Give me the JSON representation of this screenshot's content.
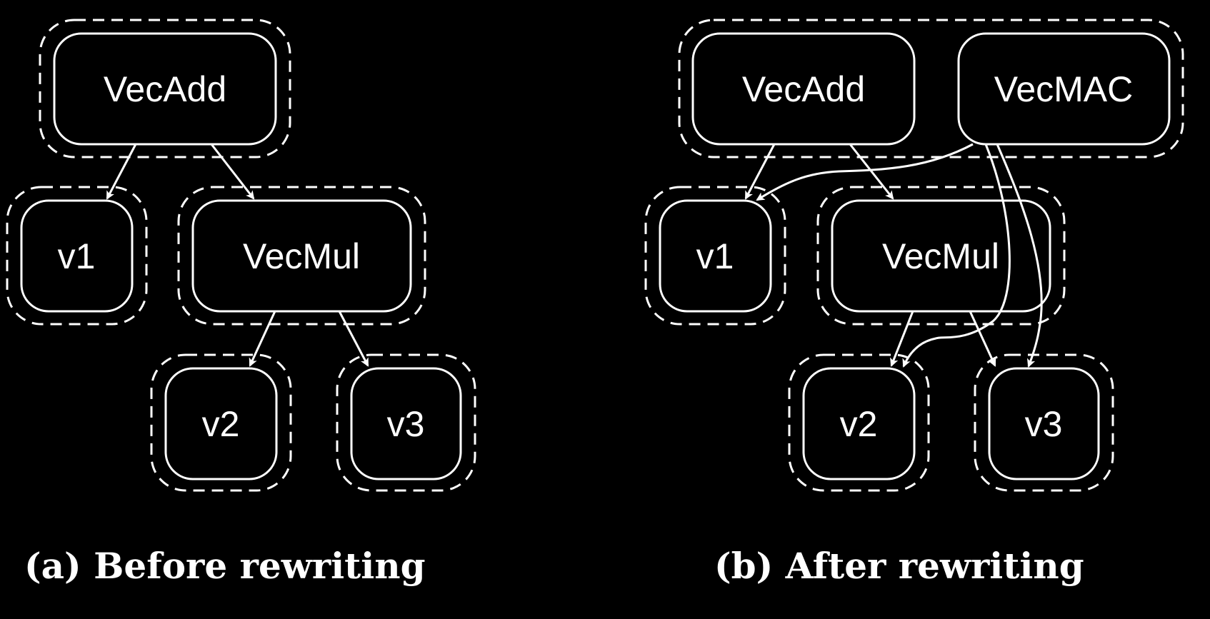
{
  "panels": [
    {
      "caption": "(a) Before rewriting",
      "nodes": [
        {
          "id": "a_vecadd",
          "label": "VecAdd"
        },
        {
          "id": "a_v1",
          "label": "v1"
        },
        {
          "id": "a_vecmul",
          "label": "VecMul"
        },
        {
          "id": "a_v2",
          "label": "v2"
        },
        {
          "id": "a_v3",
          "label": "v3"
        }
      ],
      "edges": [
        {
          "from": "VecAdd",
          "to": "v1"
        },
        {
          "from": "VecAdd",
          "to": "VecMul"
        },
        {
          "from": "VecMul",
          "to": "v2"
        },
        {
          "from": "VecMul",
          "to": "v3"
        }
      ]
    },
    {
      "caption": "(b) After rewriting",
      "nodes": [
        {
          "id": "b_vecadd",
          "label": "VecAdd"
        },
        {
          "id": "b_vecmac",
          "label": "VecMAC"
        },
        {
          "id": "b_v1",
          "label": "v1"
        },
        {
          "id": "b_vecmul",
          "label": "VecMul"
        },
        {
          "id": "b_v2",
          "label": "v2"
        },
        {
          "id": "b_v3",
          "label": "v3"
        }
      ],
      "edges": [
        {
          "from": "VecAdd",
          "to": "v1"
        },
        {
          "from": "VecAdd",
          "to": "VecMul"
        },
        {
          "from": "VecMAC",
          "to": "v1"
        },
        {
          "from": "VecMAC",
          "to": "v2"
        },
        {
          "from": "VecMAC",
          "to": "v3"
        },
        {
          "from": "VecMul",
          "to": "v2"
        },
        {
          "from": "VecMul",
          "to": "v3"
        }
      ]
    }
  ]
}
